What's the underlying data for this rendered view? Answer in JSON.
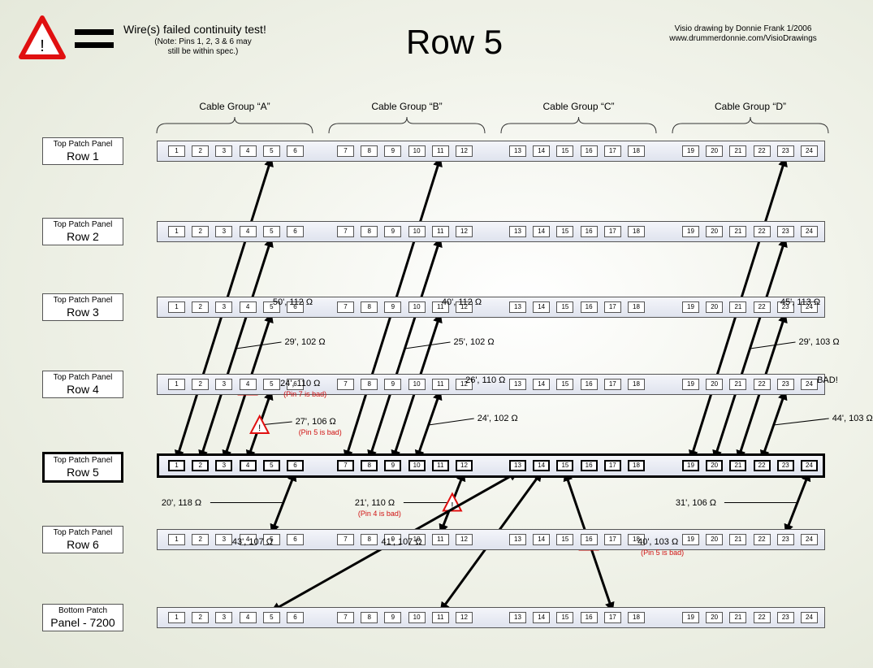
{
  "legend": {
    "text": "Wire(s) failed continuity test!",
    "note": "(Note: Pins 1, 2, 3 & 6 may still be within spec.)",
    "warn_glyph": "!"
  },
  "title": "Row 5",
  "credit": {
    "line1": "Visio drawing by Donnie Frank 1/2006",
    "line2": "www.drummerdonnie.com/VisioDrawings"
  },
  "cable_groups": [
    "Cable Group “A”",
    "Cable Group “B”",
    "Cable Group “C”",
    "Cable Group “D”"
  ],
  "ports": [
    "1",
    "2",
    "3",
    "4",
    "5",
    "6",
    "7",
    "8",
    "9",
    "10",
    "11",
    "12",
    "13",
    "14",
    "15",
    "16",
    "17",
    "18",
    "19",
    "20",
    "21",
    "22",
    "23",
    "24"
  ],
  "rows": [
    {
      "line1": "Top Patch Panel",
      "line2": "Row 1",
      "bold": false
    },
    {
      "line1": "Top Patch Panel",
      "line2": "Row 2",
      "bold": false
    },
    {
      "line1": "Top Patch Panel",
      "line2": "Row 3",
      "bold": false
    },
    {
      "line1": "Top Patch Panel",
      "line2": "Row 4",
      "bold": false
    },
    {
      "line1": "Top Patch Panel",
      "line2": "Row 5",
      "bold": true
    },
    {
      "line1": "Top Patch Panel",
      "line2": "Row 6",
      "bold": false
    },
    {
      "line1": "Bottom Patch",
      "line2": "Panel - 7200",
      "bold": false
    }
  ],
  "measurements": [
    {
      "from": [
        4,
        1
      ],
      "to": [
        0,
        5
      ],
      "label": "50', 112 Ω",
      "note": "",
      "bad": false
    },
    {
      "from": [
        4,
        7
      ],
      "to": [
        0,
        11
      ],
      "label": "40', 112 Ω",
      "note": "",
      "bad": false
    },
    {
      "from": [
        4,
        19
      ],
      "to": [
        0,
        23
      ],
      "label": "45', 113 Ω",
      "note": "",
      "bad": false
    },
    {
      "from": [
        4,
        2
      ],
      "to": [
        1,
        5
      ],
      "label": "29', 102 Ω",
      "note": "",
      "bad": false
    },
    {
      "from": [
        4,
        8
      ],
      "to": [
        1,
        11
      ],
      "label": "25', 102 Ω",
      "note": "",
      "bad": false
    },
    {
      "from": [
        4,
        20
      ],
      "to": [
        1,
        23
      ],
      "label": "29', 103 Ω",
      "note": "",
      "bad": false
    },
    {
      "from": [
        4,
        3
      ],
      "to": [
        2,
        5
      ],
      "label": "24', 110 Ω",
      "note": "(Pin 7 is bad)",
      "bad": true
    },
    {
      "from": [
        4,
        9
      ],
      "to": [
        2,
        11
      ],
      "label": "26', 110 Ω",
      "note": "",
      "bad": false
    },
    {
      "from": [
        4,
        21
      ],
      "to": [
        2,
        23
      ],
      "label": "BAD!",
      "note": "",
      "bad": false
    },
    {
      "from": [
        4,
        4
      ],
      "to": [
        3,
        5
      ],
      "label": "27', 106 Ω",
      "note": "(Pin 5 is bad)",
      "bad": true
    },
    {
      "from": [
        4,
        10
      ],
      "to": [
        3,
        11
      ],
      "label": "24', 102 Ω",
      "note": "",
      "bad": false
    },
    {
      "from": [
        4,
        22
      ],
      "to": [
        3,
        23
      ],
      "label": "44', 103 Ω",
      "note": "",
      "bad": false
    },
    {
      "from": [
        4,
        6
      ],
      "to": [
        5,
        5
      ],
      "label": "20', 118 Ω",
      "note": "",
      "bad": false
    },
    {
      "from": [
        4,
        12
      ],
      "to": [
        5,
        11
      ],
      "label": "21', 110 Ω",
      "note": "(Pin 4 is bad)",
      "bad": true
    },
    {
      "from": [
        4,
        24
      ],
      "to": [
        5,
        23
      ],
      "label": "31', 106 Ω",
      "note": "",
      "bad": false
    },
    {
      "from": [
        4,
        13
      ],
      "to": [
        6,
        5
      ],
      "label": "43', 107 Ω",
      "note": "",
      "bad": false
    },
    {
      "from": [
        4,
        14
      ],
      "to": [
        6,
        11
      ],
      "label": "41', 107 Ω",
      "note": "",
      "bad": false
    },
    {
      "from": [
        4,
        15
      ],
      "to": [
        6,
        17
      ],
      "label": "40', 103 Ω",
      "note": "(Pin 5 is bad)",
      "bad": true
    }
  ],
  "colors": {
    "warning": "#e01010",
    "arrow": "#000000",
    "panel_border": "#555555"
  }
}
